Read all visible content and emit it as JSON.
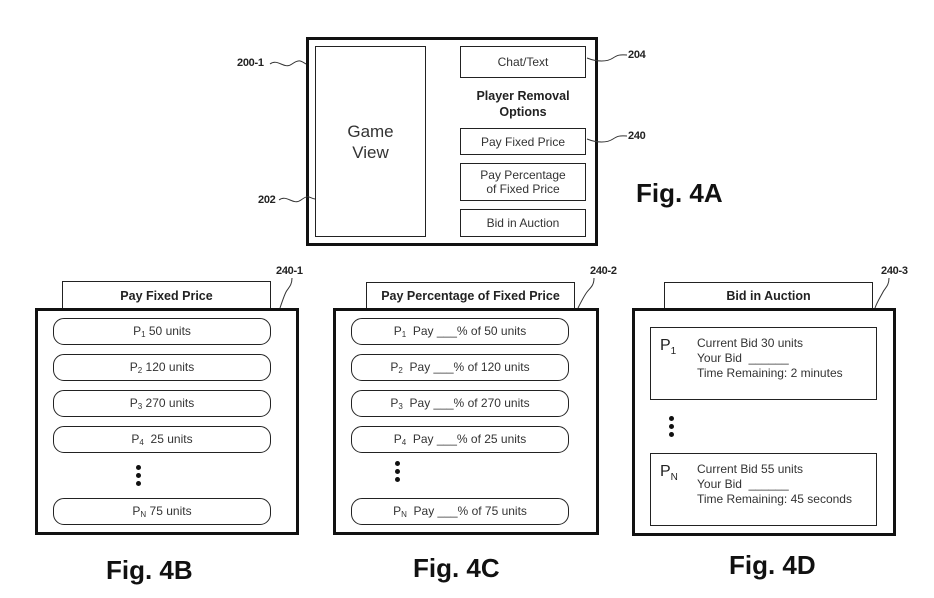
{
  "fig4a": {
    "figure_label": "Fig. 4A",
    "ref_device": "200-1",
    "ref_game_view": "202",
    "ref_chat": "204",
    "ref_options": "240",
    "game_view_line1": "Game",
    "game_view_line2": "View",
    "chat_label": "Chat/Text",
    "options_heading_line1": "Player Removal",
    "options_heading_line2": "Options",
    "option_fixed": "Pay Fixed Price",
    "option_percentage_line1": "Pay Percentage",
    "option_percentage_line2": "of Fixed Price",
    "option_auction": "Bid in Auction"
  },
  "fig4b": {
    "figure_label": "Fig. 4B",
    "ref": "240-1",
    "tab_title": "Pay Fixed Price",
    "items": [
      {
        "player": "P",
        "sub": "1",
        "text": " 50 units"
      },
      {
        "player": "P",
        "sub": "2",
        "text": " 120 units"
      },
      {
        "player": "P",
        "sub": "3",
        "text": " 270 units"
      },
      {
        "player": "P",
        "sub": "4",
        "text": "  25 units"
      },
      {
        "player": "P",
        "sub": "N",
        "text": " 75 units"
      }
    ]
  },
  "fig4c": {
    "figure_label": "Fig. 4C",
    "ref": "240-2",
    "tab_title": "Pay Percentage of Fixed Price",
    "items": [
      {
        "player": "P",
        "sub": "1",
        "text": "  Pay ___% of 50 units"
      },
      {
        "player": "P",
        "sub": "2",
        "text": "  Pay ___% of 120 units"
      },
      {
        "player": "P",
        "sub": "3",
        "text": "  Pay ___% of 270 units"
      },
      {
        "player": "P",
        "sub": "4",
        "text": "  Pay ___% of 25 units"
      },
      {
        "player": "P",
        "sub": "N",
        "text": "  Pay ___% of 75 units"
      }
    ]
  },
  "fig4d": {
    "figure_label": "Fig. 4D",
    "ref": "240-3",
    "tab_title": "Bid in Auction",
    "cards": [
      {
        "player": "P",
        "sub": "1",
        "current_bid": "Current Bid 30 units",
        "your_bid": "Your Bid  ______",
        "time_remaining": "Time Remaining: 2 minutes"
      },
      {
        "player": "P",
        "sub": "N",
        "current_bid": "Current Bid 55 units",
        "your_bid": "Your Bid  ______",
        "time_remaining": "Time Remaining: 45 seconds"
      }
    ]
  }
}
